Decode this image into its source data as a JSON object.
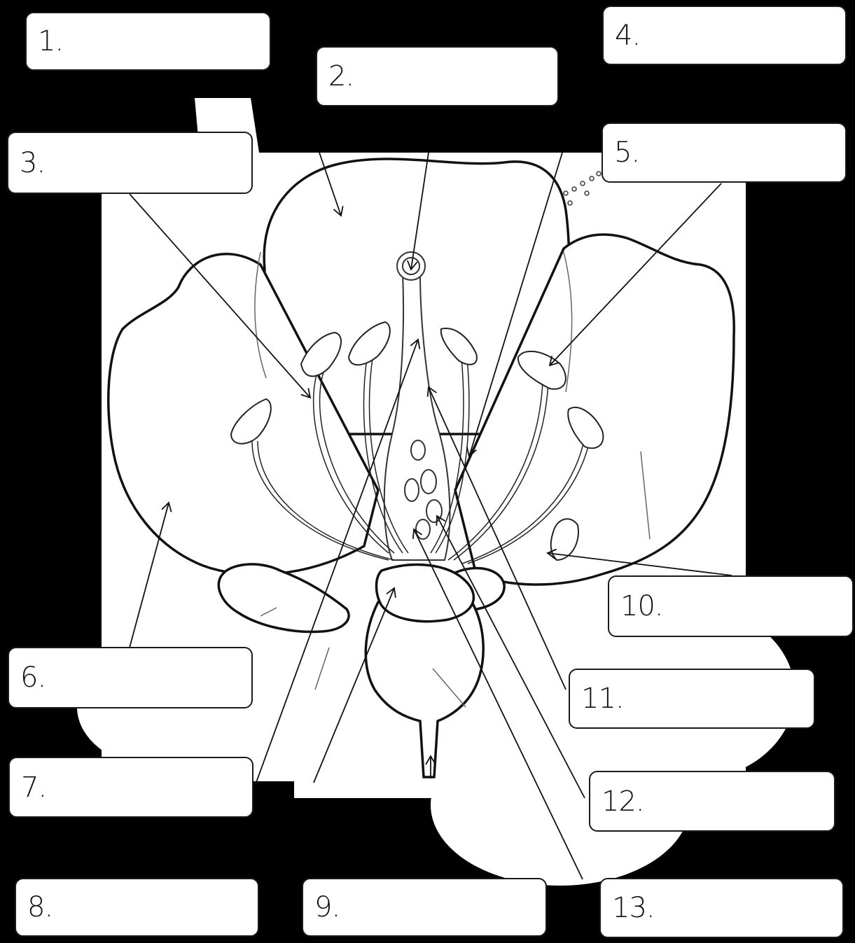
{
  "diagram": {
    "labels": [
      "1.",
      "2.",
      "3.",
      "4.",
      "5.",
      "6.",
      "7.",
      "8.",
      "9.",
      "10.",
      "11.",
      "12.",
      "13."
    ]
  },
  "colors": {
    "background": "#000000",
    "drawing_area": "#ffffff",
    "stroke": "#111111",
    "box_fill": "#ffffff"
  }
}
